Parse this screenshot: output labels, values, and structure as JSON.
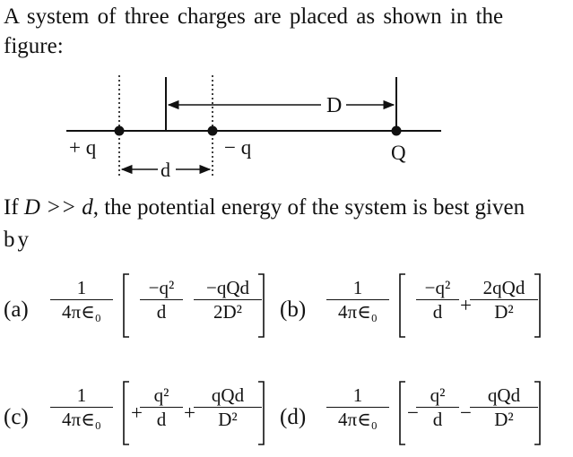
{
  "question": {
    "line1": "A system of three charges are placed as shown in the",
    "line2": "figure:",
    "line3_prefix": "If ",
    "line3_cond": "D >> d",
    "line3_suffix": ", the potential energy of the system is best given",
    "line4": "by"
  },
  "figure": {
    "labels": {
      "charge_left": "+ q",
      "charge_mid": "− q",
      "charge_right": "Q",
      "dim_big": "D",
      "dim_small": "d"
    }
  },
  "options": [
    {
      "label": "(a)",
      "prefactor_num": "1",
      "prefactor_den": "4π∈₀",
      "term1_sign": "",
      "term1_num": "−q²",
      "term1_den": "d",
      "term2_sign": "",
      "term2_num": "−qQd",
      "term2_den": "2D²"
    },
    {
      "label": "(b)",
      "prefactor_num": "1",
      "prefactor_den": "4π∈₀",
      "term1_sign": "",
      "term1_num": "−q²",
      "term1_den": "d",
      "term2_sign": "+",
      "term2_num": "2qQd",
      "term2_den": "D²"
    },
    {
      "label": "(c)",
      "prefactor_num": "1",
      "prefactor_den": "4π∈₀",
      "term1_sign": "+",
      "term1_num": "q²",
      "term1_den": "d",
      "term2_sign": "+",
      "term2_num": "qQd",
      "term2_den": "D²"
    },
    {
      "label": "(d)",
      "prefactor_num": "1",
      "prefactor_den": "4π∈₀",
      "term1_sign": "−",
      "term1_num": "q²",
      "term1_den": "d",
      "term2_sign": "−",
      "term2_num": "qQd",
      "term2_den": "D²"
    }
  ]
}
